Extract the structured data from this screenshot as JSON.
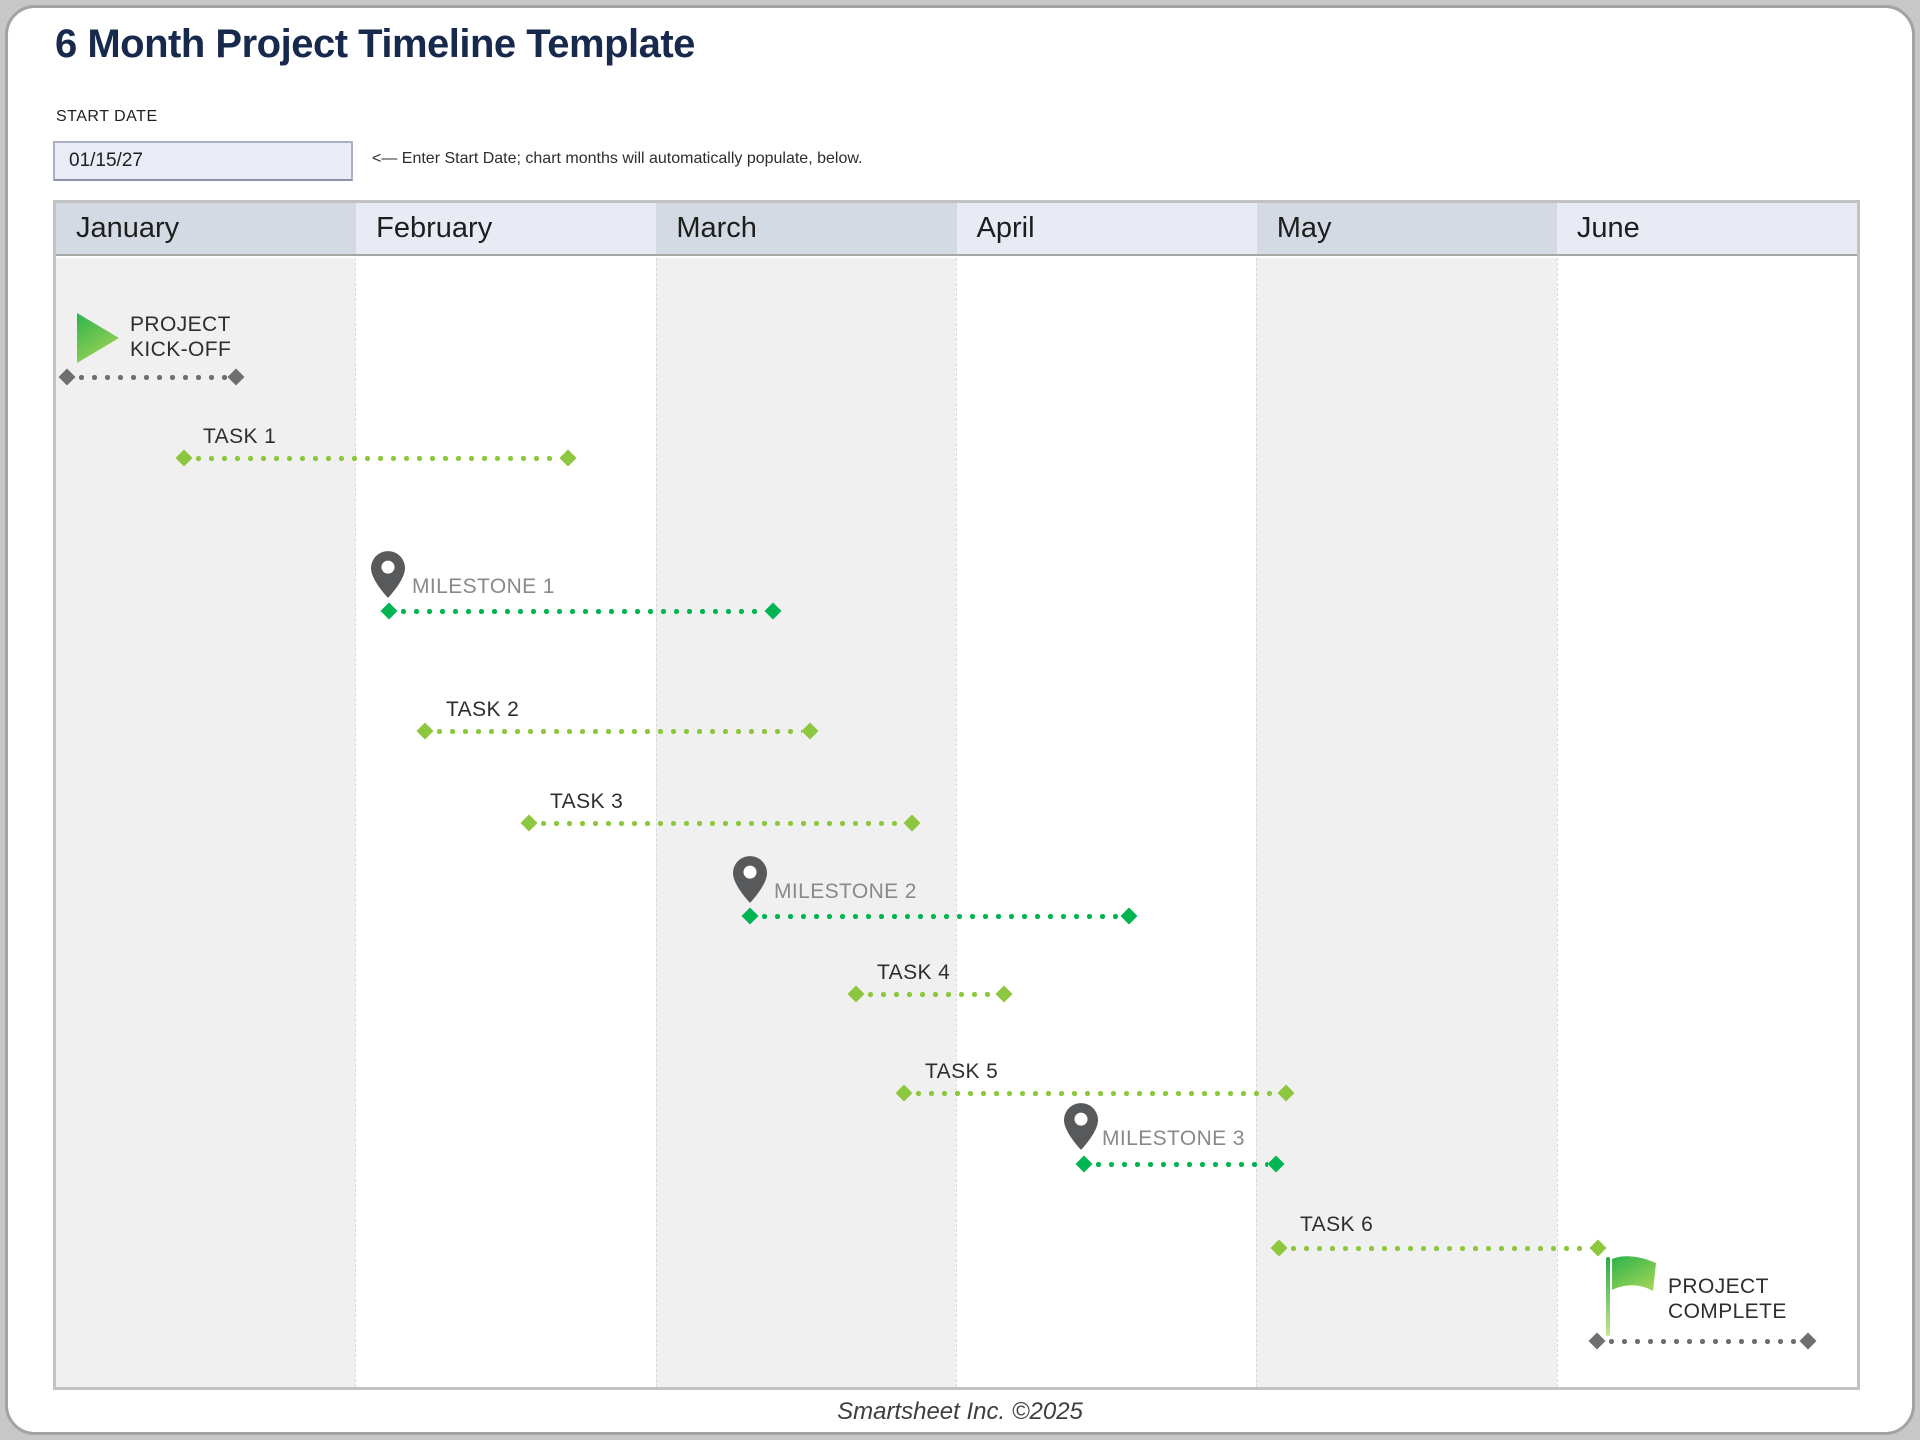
{
  "page": {
    "title": "6 Month Project Timeline Template",
    "footer": "Smartsheet Inc. ©2025"
  },
  "start_date": {
    "label": "START DATE",
    "value": "01/15/27",
    "instruction": "<— Enter Start Date; chart months will automatically populate, below."
  },
  "months": [
    "January",
    "February",
    "March",
    "April",
    "May",
    "June"
  ],
  "colors": {
    "title_navy": "#17294d",
    "task_line_green": "#8dc63f",
    "milestone_line_green": "#00b551",
    "event_line_gray": "#6f6f6f",
    "header_dark": "#d3dae3",
    "header_light": "#e8ebf4",
    "column_shade": "#f0f0f0",
    "pin_gray": "#58595b",
    "milestone_text_gray": "#87898c"
  },
  "timeline": {
    "items": [
      {
        "label": "PROJECT KICK-OFF",
        "kind": "event",
        "icon": "play-icon"
      },
      {
        "label": "TASK 1",
        "kind": "task"
      },
      {
        "label": "MILESTONE 1",
        "kind": "milestone",
        "icon": "map-pin-icon"
      },
      {
        "label": "TASK 2",
        "kind": "task"
      },
      {
        "label": "TASK 3",
        "kind": "task"
      },
      {
        "label": "MILESTONE 2",
        "kind": "milestone",
        "icon": "map-pin-icon"
      },
      {
        "label": "TASK 4",
        "kind": "task"
      },
      {
        "label": "TASK 5",
        "kind": "task"
      },
      {
        "label": "MILESTONE 3",
        "kind": "milestone",
        "icon": "map-pin-icon"
      },
      {
        "label": "TASK 6",
        "kind": "task"
      },
      {
        "label": "PROJECT COMPLETE",
        "kind": "event",
        "icon": "flag-icon"
      }
    ]
  },
  "chart_data": {
    "type": "gantt",
    "title": "6 Month Project Timeline Template",
    "x_axis": {
      "categories": [
        "January",
        "February",
        "March",
        "April",
        "May",
        "June"
      ],
      "unit": "months",
      "range": [
        0,
        6
      ],
      "start_date": "01/15/27"
    },
    "legend": "none",
    "items": [
      {
        "label": "PROJECT KICK-OFF",
        "kind": "event",
        "month_span": [
          0.05,
          0.6
        ],
        "color": "gray"
      },
      {
        "label": "TASK 1",
        "kind": "task",
        "month_span": [
          0.44,
          1.7
        ],
        "color": "light-green"
      },
      {
        "label": "MILESTONE 1",
        "kind": "milestone",
        "month_span": [
          1.11,
          2.38
        ],
        "color": "emerald-green"
      },
      {
        "label": "TASK 2",
        "kind": "task",
        "month_span": [
          1.23,
          2.5
        ],
        "color": "light-green"
      },
      {
        "label": "TASK 3",
        "kind": "task",
        "month_span": [
          1.58,
          2.84
        ],
        "color": "light-green"
      },
      {
        "label": "MILESTONE 2",
        "kind": "milestone",
        "month_span": [
          2.31,
          3.56
        ],
        "color": "emerald-green"
      },
      {
        "label": "TASK 4",
        "kind": "task",
        "month_span": [
          2.66,
          3.14
        ],
        "color": "light-green"
      },
      {
        "label": "TASK 5",
        "kind": "task",
        "month_span": [
          2.82,
          4.08
        ],
        "color": "light-green"
      },
      {
        "label": "MILESTONE 3",
        "kind": "milestone",
        "month_span": [
          3.41,
          4.04
        ],
        "color": "emerald-green"
      },
      {
        "label": "TASK 6",
        "kind": "task",
        "month_span": [
          4.06,
          5.11
        ],
        "color": "light-green"
      },
      {
        "label": "PROJECT COMPLETE",
        "kind": "event",
        "month_span": [
          5.11,
          5.8
        ],
        "color": "gray"
      }
    ]
  }
}
